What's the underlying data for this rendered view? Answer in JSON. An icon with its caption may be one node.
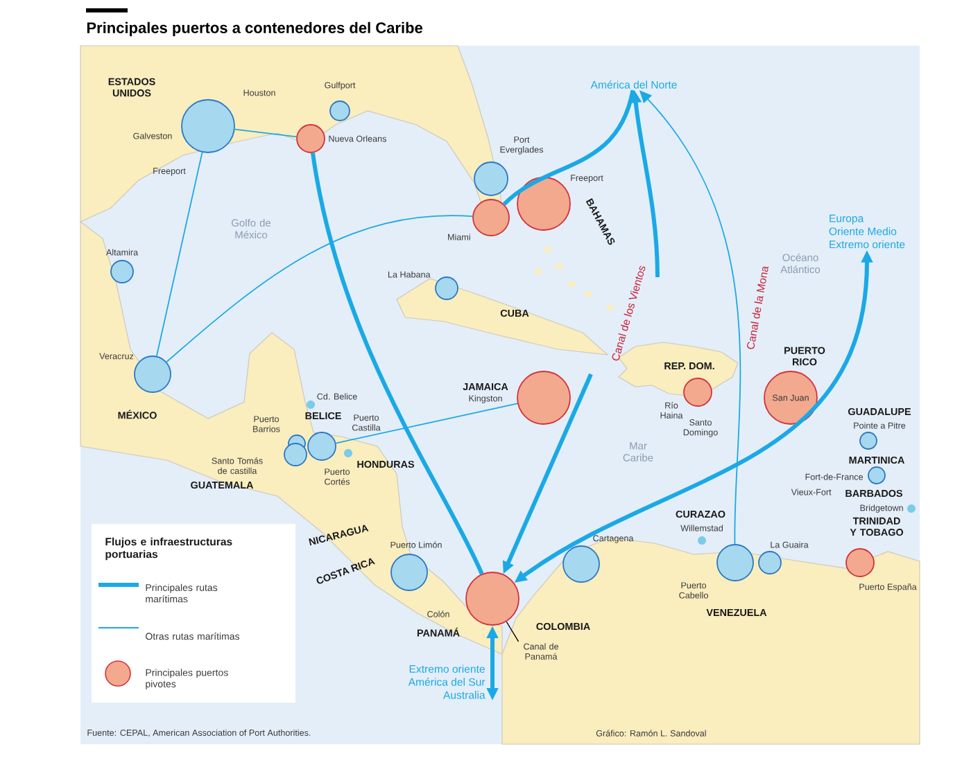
{
  "diagram": {
    "title": "Principales puertos a contenedores del Caribe",
    "nodes": [
      {
        "text": [],
        "shape": "circle",
        "beside": [
          "Houston",
          "Galveston",
          "Freeport"
        ]
      },
      {
        "text": [],
        "shape": "circle",
        "beside": [
          "Gulfport"
        ]
      },
      {
        "text": [],
        "shape": "circle",
        "beside": [
          "Nueva Orleans"
        ]
      },
      {
        "text": [],
        "shape": "circle",
        "beside": [
          "Port Everglades"
        ]
      },
      {
        "text": [],
        "shape": "circle",
        "beside": [
          "Miami"
        ]
      },
      {
        "text": [],
        "shape": "circle",
        "beside": [
          "Freeport"
        ]
      },
      {
        "text": [],
        "shape": "circle",
        "beside": [
          "Altamira"
        ]
      },
      {
        "text": [],
        "shape": "circle",
        "beside": [
          "La Habana"
        ]
      },
      {
        "text": [],
        "shape": "circle",
        "beside": [
          "Veracruz"
        ]
      },
      {
        "text": [],
        "shape": "circle",
        "beside": [
          "Kingston"
        ]
      },
      {
        "text": [],
        "shape": "circle",
        "beside": [
          "Río Haina",
          "Santo Domingo"
        ]
      },
      {
        "text": [
          "San Juan"
        ]
      },
      {
        "text": [],
        "shape": "circle",
        "beside": [
          "Pointe a Pitre"
        ]
      },
      {
        "text": [],
        "shape": "circle",
        "beside": [
          "Fort-de-France",
          "Vieux-Fort"
        ]
      },
      {
        "text": [],
        "shape": "circle",
        "beside": [
          "Bridgetown"
        ]
      },
      {
        "text": [],
        "shape": "circle",
        "beside": [
          "Puerto Barrios"
        ]
      },
      {
        "text": [],
        "shape": "circle",
        "beside": [
          "Santo Tomás de castilla"
        ]
      },
      {
        "text": [],
        "shape": "circle",
        "beside": [
          "Puerto Cortés"
        ]
      },
      {
        "text": [],
        "shape": "circle",
        "beside": [
          "Puerto Castilla"
        ]
      },
      {
        "text": [],
        "shape": "circle",
        "beside": [
          "Cd. Belice"
        ]
      },
      {
        "text": [],
        "shape": "circle",
        "beside": [
          "Puerto Limón"
        ]
      },
      {
        "text": [],
        "shape": "circle",
        "beside": [
          "Colón"
        ]
      },
      {
        "text": [],
        "shape": "circle",
        "beside": [
          "Cartagena"
        ]
      },
      {
        "text": [],
        "shape": "circle",
        "beside": [
          "Willemstad"
        ]
      },
      {
        "text": [],
        "shape": "circle",
        "beside": [
          "Puerto Cabello"
        ]
      },
      {
        "text": [],
        "shape": "circle",
        "beside": [
          "La Guaira"
        ]
      },
      {
        "text": [],
        "shape": "circle",
        "beside": [
          "Puerto España"
        ]
      },
      {
        "text": [
          "América del Norte"
        ]
      },
      {
        "text": [
          "Europa",
          "Oriente Medio",
          "Extremo oriente"
        ]
      },
      {
        "text": [
          "Extremo oriente",
          "América del Sur",
          "Australia"
        ]
      },
      {
        "text": [
          "Canal de Panamá"
        ]
      }
    ],
    "edges": [
      {
        "from": 0,
        "to": 2,
        "arrow": "none"
      },
      {
        "from": 0,
        "to": 8,
        "arrow": "none"
      },
      {
        "from": 8,
        "to": 4,
        "arrow": "none"
      },
      {
        "from": 2,
        "to": 21,
        "arrow": "none",
        "style": "thick"
      },
      {
        "from": 4,
        "to": 27,
        "arrow": "none",
        "style": "thick"
      },
      {
        "from": null,
        "to": 27,
        "arrow": "to",
        "style": "thick"
      },
      {
        "from": null,
        "to": 21,
        "arrow": "to",
        "style": "thick"
      },
      {
        "from": 24,
        "to": 27,
        "arrow": "to"
      },
      {
        "from": 28,
        "to": 21,
        "arrow": "both",
        "style": "thick"
      },
      {
        "from": 17,
        "to": 9,
        "arrow": "none"
      },
      {
        "from": 21,
        "to": 29,
        "arrow": "both",
        "style": "thick"
      },
      {
        "from": 30,
        "to": 21,
        "arrow": "none",
        "color": "#000000"
      }
    ],
    "labels": [
      "ESTADOS UNIDOS",
      "Golfo de México",
      "BAHAMAS",
      "Océano Atlántico",
      "CUBA",
      "Canal de los Vientos",
      "Canal de la Mona",
      "REP. DOM.",
      "PUERTO RICO",
      "JAMAICA",
      "GUADALUPE",
      "MÉXICO",
      "BELICE",
      "HONDURAS",
      "Mar Caribe",
      "MARTINICA",
      "GUATEMALA",
      "BARBADOS",
      "CURAZAO",
      "TRINIDAD Y TOBAGO",
      "Flujos e infraestructuras portuarias",
      "NICARAGUA",
      "COSTA RICA",
      "PANAMÁ",
      "COLOMBIA",
      "VENEZUELA",
      "Fuente: CEPAL, American Association of Port Authorities.",
      "Gráfico: Ramón L. Sandoval"
    ],
    "legend": [
      {
        "text": "Principales rutas marítimas"
      },
      {
        "text": "Otras rutas marítimas"
      },
      {
        "text": "Principales puertos pivotes",
        "color": "#f2a98d"
      }
    ]
  }
}
